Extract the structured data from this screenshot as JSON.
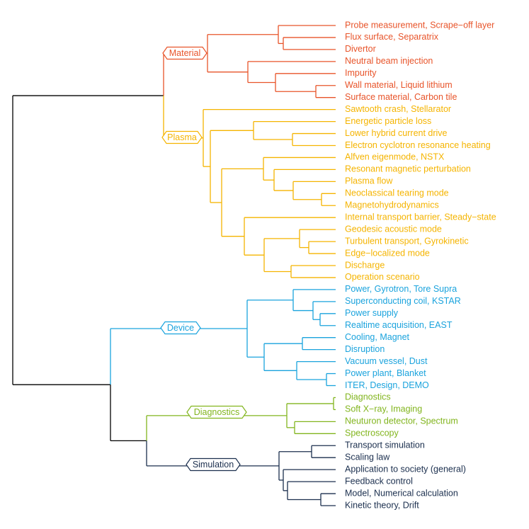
{
  "colors": {
    "root": "#000000",
    "material": "#e8542a",
    "plasma": "#f5b400",
    "device": "#1aa3dd",
    "diagnostics": "#82b51e",
    "simulation": "#1b2f4e"
  },
  "clusters": {
    "material": {
      "label": "Material",
      "leaves": [
        "Probe measurement, Scrape−off layer",
        "Flux surface, Separatrix",
        "Divertor",
        "Neutral beam injection",
        "Impurity",
        "Wall material, Liquid lithium",
        "Surface material, Carbon tile"
      ]
    },
    "plasma": {
      "label": "Plasma",
      "leaves": [
        "Sawtooth crash, Stellarator",
        "Energetic particle loss",
        "Lower hybrid current drive",
        "Electron cyclotron resonance heating",
        "Alfven eigenmode, NSTX",
        "Resonant magnetic perturbation",
        "Plasma flow",
        "Neoclassical tearing mode",
        "Magnetohydrodynamics",
        "Internal transport barrier, Steady−state",
        "Geodesic acoustic mode",
        "Turbulent transport, Gyrokinetic",
        "Edge−localized mode",
        "Discharge",
        "Operation scenario"
      ]
    },
    "device": {
      "label": "Device",
      "leaves": [
        "Power, Gyrotron, Tore Supra",
        "Superconducting coil, KSTAR",
        "Power supply",
        "Realtime acquisition, EAST",
        "Cooling, Magnet",
        "Disruption",
        "Vacuum vessel, Dust",
        "Power plant, Blanket",
        "ITER, Design, DEMO"
      ]
    },
    "diagnostics": {
      "label": "Diagnostics",
      "leaves": [
        "Diagnostics",
        "Soft X−ray, Imaging",
        "Neuturon detector, Spectrum",
        "Spectroscopy"
      ]
    },
    "simulation": {
      "label": "Simulation",
      "leaves": [
        "Transport simulation",
        "Scaling law",
        "Application to society (general)",
        "Feedback control",
        "Model, Numerical calculation",
        "Kinetic theory, Drift"
      ]
    }
  }
}
